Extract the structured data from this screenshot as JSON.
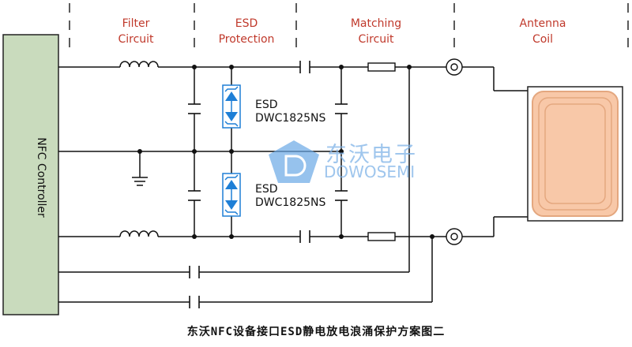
{
  "sections": {
    "filter": [
      "Filter",
      "Circuit"
    ],
    "esd": [
      "ESD",
      "Protection"
    ],
    "matching": [
      "Matching",
      "Circuit"
    ],
    "antenna": [
      "Antenna",
      "Coil"
    ]
  },
  "controller_label": "NFC Controller",
  "esd_device_1": {
    "line1": "ESD",
    "line2": "DWC1825NS"
  },
  "esd_device_2": {
    "line1": "ESD",
    "line2": "DWC1825NS"
  },
  "watermark": {
    "cn": "东沃电子",
    "en": "DOWOSEMI"
  },
  "caption": "东沃NFC设备接口ESD静电放电浪涌保护方案图二",
  "colors": {
    "section_label": "#c0392b",
    "wire": "#111111",
    "diode": "#1e7fd6",
    "coil_fill": "#f8c8a8",
    "coil_stroke": "#e4a77f"
  }
}
